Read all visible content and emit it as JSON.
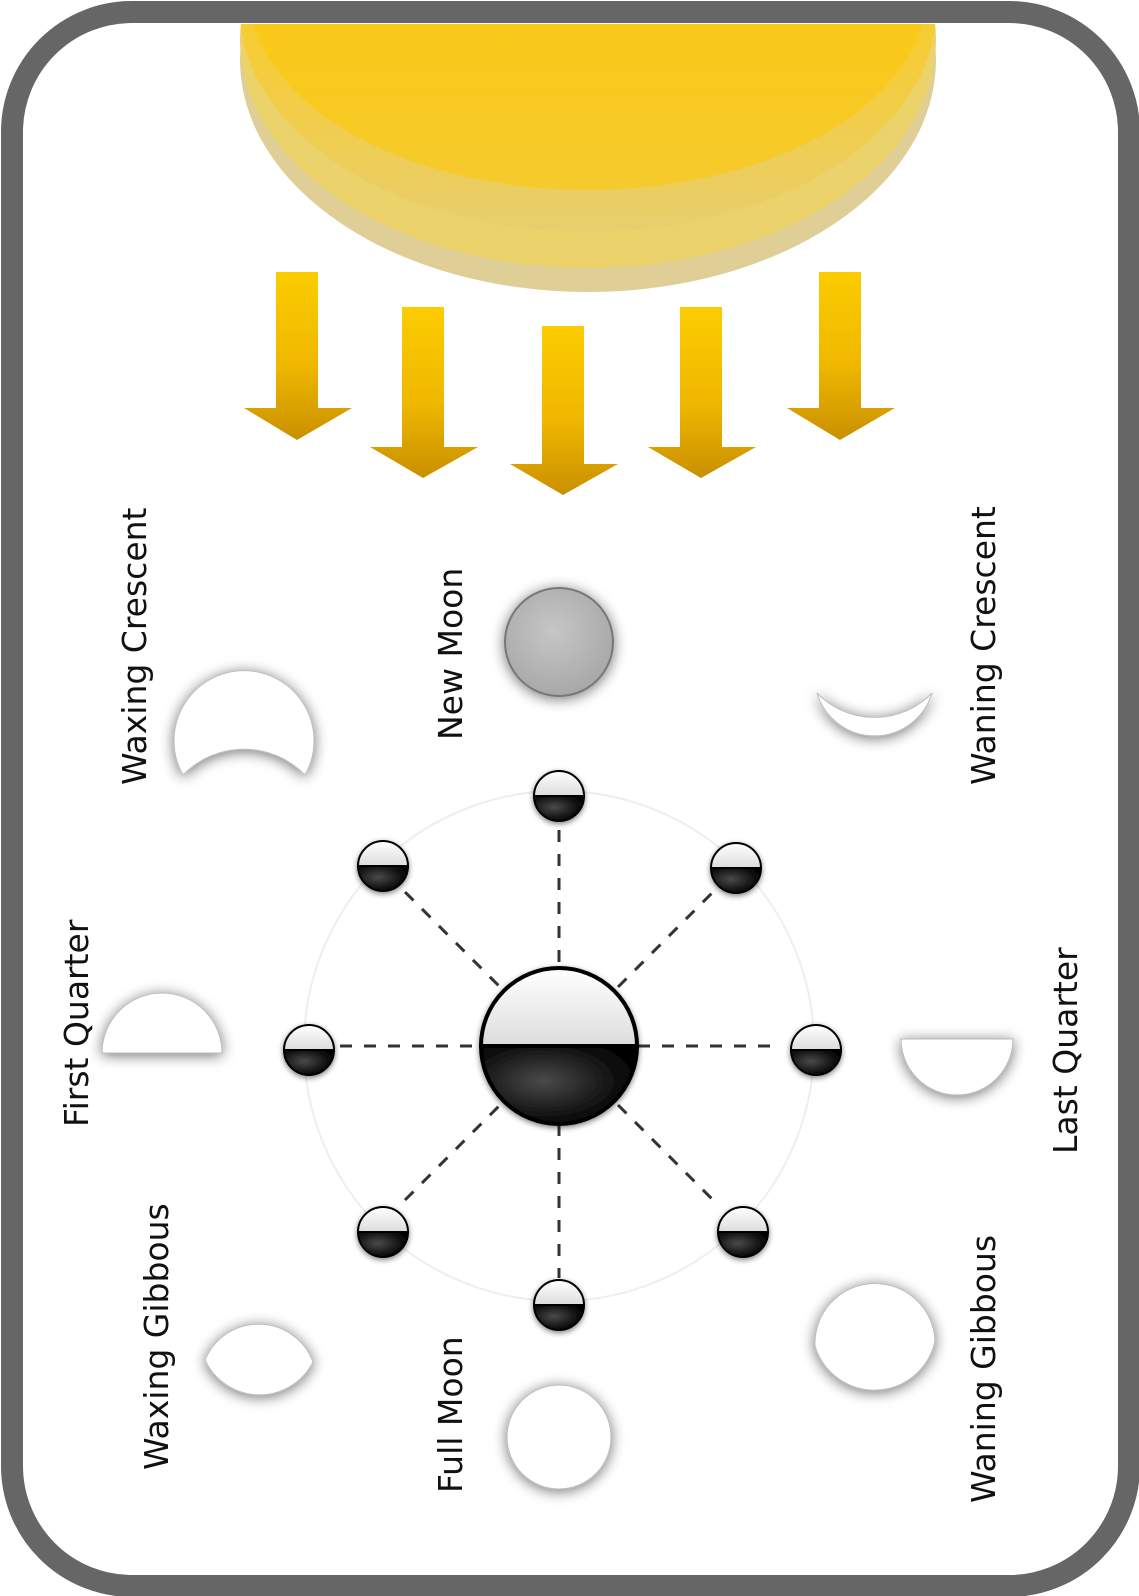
{
  "diagram": {
    "light_source": "sun",
    "colors": {
      "frame": "#666666",
      "sun": "#fcc80a",
      "sun_shadow": "#dcc890",
      "arrow": "#f5bd00",
      "new_moon": "#b5b5b5",
      "lit": "#ffffff",
      "orbit_moon_dark": "#111111"
    }
  },
  "labels": {
    "waxing_crescent": "Waxing Crescent",
    "new_moon": "New Moon",
    "waning_crescent": "Waning Crescent",
    "first_quarter": "First Quarter",
    "last_quarter": "Last Quarter",
    "waxing_gibbous": "Waxing Gibbous",
    "full_moon": "Full Moon",
    "waning_gibbous": "Waning Gibbous"
  }
}
